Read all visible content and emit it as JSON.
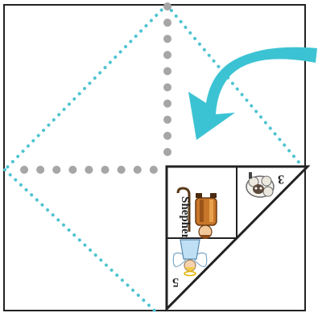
{
  "colors": {
    "background": "#ffffff",
    "paper_outline": "#222222",
    "diagonal_dots": "#4fc4d0",
    "center_dots": "#a6a6a6",
    "arrow": "#3cc3d3",
    "folded_panel_outline": "#222222"
  },
  "icons": {
    "arrow": "curved-fold-arrow-icon",
    "sheep": "sheep-icon",
    "shepherd": "shepherd-icon",
    "angel": "angel-icon"
  },
  "labels": {
    "shepherd_label": "Shepherd",
    "sheep_number": "3",
    "angel_number": "5"
  }
}
